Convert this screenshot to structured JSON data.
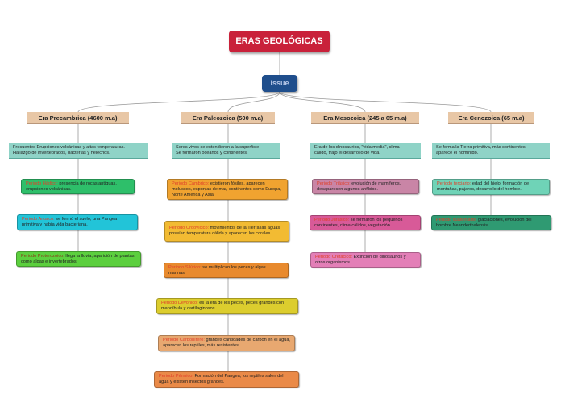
{
  "title": "ERAS GEOLÓGICAS",
  "issue": "Issue",
  "colors": {
    "title_bg": "#c9213a",
    "issue_bg": "#1f4e8c",
    "era_bg": "#e8c7a6",
    "desc_bg": "#8fd3c7"
  },
  "eras": [
    {
      "name": "Era Precambrica (4600 m.a)",
      "description": [
        "Frecuentes Erupciones volcánicas y altas temperaturas.",
        "Hallazgo de invertebrados, bacterias y helechos."
      ],
      "periods": [
        {
          "name": "Periodo Hádico:",
          "text": " presencia de rocas antiguas, erupciones volcánicas.",
          "color": "#2ebf6a"
        },
        {
          "name": "Periodo Arcaico:",
          "text": " se formó el suelo, una Pangea primitiva y había vida bacteriana.",
          "color": "#22c4d8"
        },
        {
          "name": "Periodo Proterozoico:",
          "text": " llega la lluvia, aparición de plantas como algas e invertebrados.",
          "color": "#5ccf3e"
        }
      ]
    },
    {
      "name": "Era Paleozoica (500 m.a)",
      "description": [
        "Seres vivos se extendieron a la superficie",
        "Se formaron océanos y continentes."
      ],
      "periods": [
        {
          "name": "Periodo Cámbrico:",
          "text": " existieron fósiles, aparecen moluscos, esponjas de mar, continentes como Europa, Norte América y Asia.",
          "color": "#f0a330"
        },
        {
          "name": "Periodo Ordovícico:",
          "text": " movimientos de la Tierra las aguas poseían temperatura cálida y aparecen los corales.",
          "color": "#f2bb33"
        },
        {
          "name": "Periodo Silúrico:",
          "text": " se multiplican los peces y algas marinas.",
          "color": "#e88a2e"
        },
        {
          "name": "Periodo Devónico:",
          "text": " es la era de los peces, peces grandes con mandíbula y cartílaginosos.",
          "color": "#dccd2e"
        },
        {
          "name": "Periodo Carbonífero:",
          "text": " grandes cantidades de carbón en el agua, aparecen los reptiles, más resistentes.",
          "color": "#e8a870"
        },
        {
          "name": "Periodo Pérmico:",
          "text": " Formación del Pangea, los reptiles salen del agua y existen insectos grandes.",
          "color": "#ea8a48"
        }
      ]
    },
    {
      "name": "Era Mesozoica (245 a 65 m.a)",
      "description": [
        "Era de los dinosaurios, \"vida media\", clima",
        "cálido, trajo el desarrollo de vida."
      ],
      "periods": [
        {
          "name": "Periodo Triásico:",
          "text": " evolución de mamíferos, desaparecen algunos anfibios.",
          "color": "#c985a6"
        },
        {
          "name": "Periodo Jurásico:",
          "text": " se formaron los pequeños continentes, clima cálidos, vegetación.",
          "color": "#d85a98"
        },
        {
          "name": "Periodo Cretácico:",
          "text": " Extinción de dinosaurios y otros organismos.",
          "color": "#e37fb7"
        }
      ]
    },
    {
      "name": "Era Cenozoica (65 m.a)",
      "description": [
        "Se forma la Tierra primitiva, más continentes,",
        "aparece el homínido."
      ],
      "periods": [
        {
          "name": "Periodo terciario:",
          "text": " edad del hielo, formación de montañas, pájaros, desarrollo del hombre.",
          "color": "#6fd3b7"
        },
        {
          "name": "Periodo cuaternario:",
          "text": " glaciaciones, evolución del hombre Neanderthalensis.",
          "color": "#2f9a72"
        }
      ]
    }
  ]
}
